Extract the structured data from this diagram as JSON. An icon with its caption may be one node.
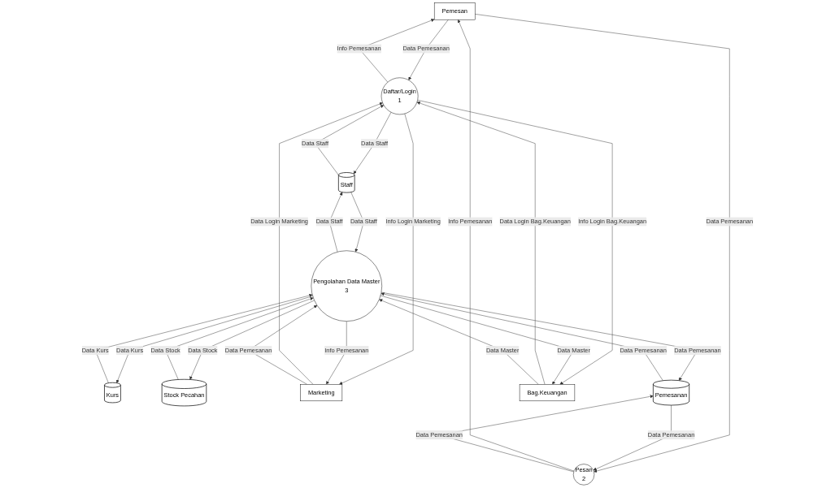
{
  "diagram": {
    "nodes": [
      {
        "text": [
          "Pemesan"
        ]
      },
      {
        "text": [
          "Staff"
        ]
      },
      {
        "text": [
          "Kurs"
        ]
      },
      {
        "text": [
          "Daftar/Login",
          "1"
        ]
      },
      {
        "text": [
          "Pesan",
          "2"
        ]
      },
      {
        "text": [
          "Pengolahan Data Master",
          "3"
        ]
      },
      {
        "text": [
          "Stock Pecahan"
        ]
      },
      {
        "text": [
          "Marketing"
        ]
      },
      {
        "text": [
          "Pemesanan"
        ]
      },
      {
        "text": [
          "Bag.Keuangan"
        ]
      }
    ],
    "edges": [
      {
        "from": 3,
        "to": 0,
        "label": "Info Pemesanan",
        "arrow": "to"
      },
      {
        "from": 0,
        "to": 3,
        "label": "Data Pemesanan",
        "arrow": "to"
      },
      {
        "from": 0,
        "to": 4,
        "label": "Data Pemesanan",
        "arrow": "to"
      },
      {
        "from": 4,
        "to": 0,
        "label": "Info Pemesanan",
        "arrow": "to"
      },
      {
        "from": 1,
        "to": 5,
        "label": "Data Staff",
        "arrow": "to"
      },
      {
        "from": 5,
        "to": 1,
        "label": "Data Staff",
        "arrow": "to"
      },
      {
        "from": 2,
        "to": 5,
        "label": "Data Kurs",
        "arrow": "to"
      },
      {
        "from": 5,
        "to": 2,
        "label": "Data Kurs",
        "arrow": "to"
      },
      {
        "from": 3,
        "to": 1,
        "label": "Data Staff",
        "arrow": "to"
      },
      {
        "from": 1,
        "to": 3,
        "label": "Data Staff",
        "arrow": "to"
      },
      {
        "from": 6,
        "to": 5,
        "label": "Data Stock",
        "arrow": "to"
      },
      {
        "from": 5,
        "to": 6,
        "label": "Data Stock",
        "arrow": "to"
      },
      {
        "from": 3,
        "to": 7,
        "label": "Info Login Marketing",
        "arrow": "to"
      },
      {
        "from": 3,
        "to": 9,
        "label": "Info Login Bag.Keuangan",
        "arrow": "to"
      },
      {
        "from": 9,
        "to": 3,
        "label": "Data Login Bag.Keuangan",
        "arrow": "to"
      },
      {
        "from": 4,
        "to": 8,
        "label": "Data Pemesanan",
        "arrow": "to"
      },
      {
        "from": 5,
        "to": 8,
        "label": "Data Pemesanan",
        "arrow": "to"
      },
      {
        "from": 8,
        "to": 4,
        "label": "Data Pemesanan",
        "arrow": "to"
      },
      {
        "from": 8,
        "to": 5,
        "label": "Data Pemesanan",
        "arrow": "to"
      },
      {
        "from": 7,
        "to": 3,
        "label": "Data Login Marketing",
        "arrow": "to"
      },
      {
        "from": 9,
        "to": 5,
        "label": "Data Master",
        "arrow": "to"
      },
      {
        "from": 5,
        "to": 9,
        "label": "Data Master",
        "arrow": "to"
      },
      {
        "from": 7,
        "to": 5,
        "label": "Data Pemesanan",
        "arrow": "to"
      },
      {
        "from": 5,
        "to": 7,
        "label": "Info Pemesanan",
        "arrow": "to"
      }
    ]
  }
}
